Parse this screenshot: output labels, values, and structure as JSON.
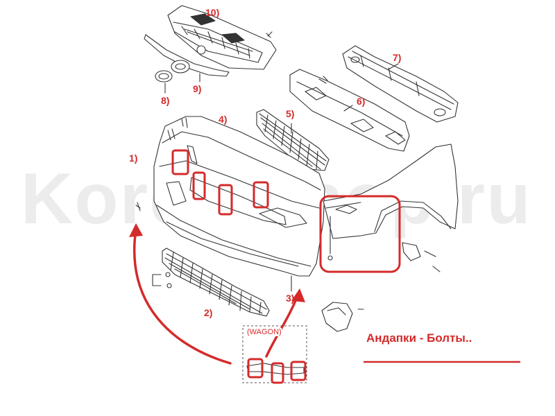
{
  "watermark": "Korea-shop.ru",
  "note": "Андапки - Болты..",
  "variant_tag": "(WAGON)",
  "colors": {
    "line_art": "#333333",
    "highlight": "#d42a2a",
    "watermark": "#000000"
  },
  "parts": [
    {
      "id": "1",
      "label": "1)"
    },
    {
      "id": "2",
      "label": "2)"
    },
    {
      "id": "3",
      "label": "3)"
    },
    {
      "id": "4",
      "label": "4)"
    },
    {
      "id": "5",
      "label": "5)"
    },
    {
      "id": "6",
      "label": "6)"
    },
    {
      "id": "7",
      "label": "7)"
    },
    {
      "id": "8",
      "label": "8)"
    },
    {
      "id": "9",
      "label": "9)"
    },
    {
      "id": "10",
      "label": "10)"
    }
  ]
}
